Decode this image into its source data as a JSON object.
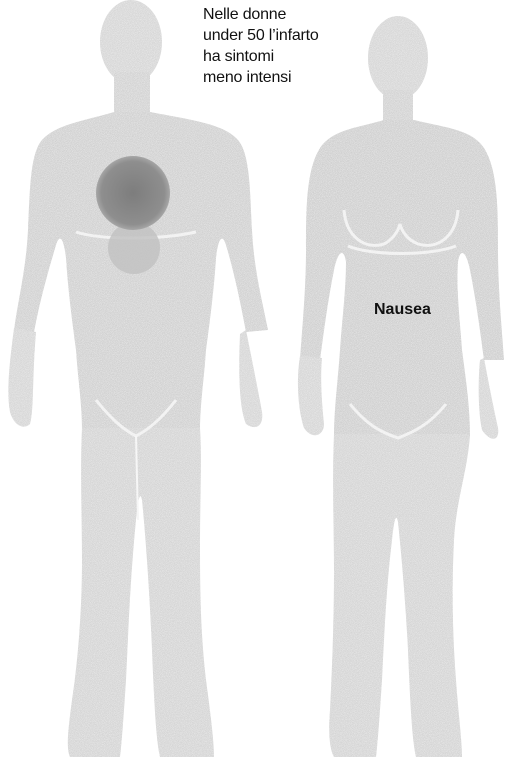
{
  "caption": {
    "lines": [
      "Nelle donne",
      "under 50 l’infarto",
      "ha sintomi",
      "meno intensi"
    ]
  },
  "labels": {
    "symptom": "Nausea"
  },
  "colors": {
    "figure_fill": "#d4d4d4",
    "figure_shade": "#c4c4c4",
    "pain_spot": "#8a8a8a",
    "stomach_zone": "#bdbdbd",
    "outline": "#f2f2f2"
  }
}
